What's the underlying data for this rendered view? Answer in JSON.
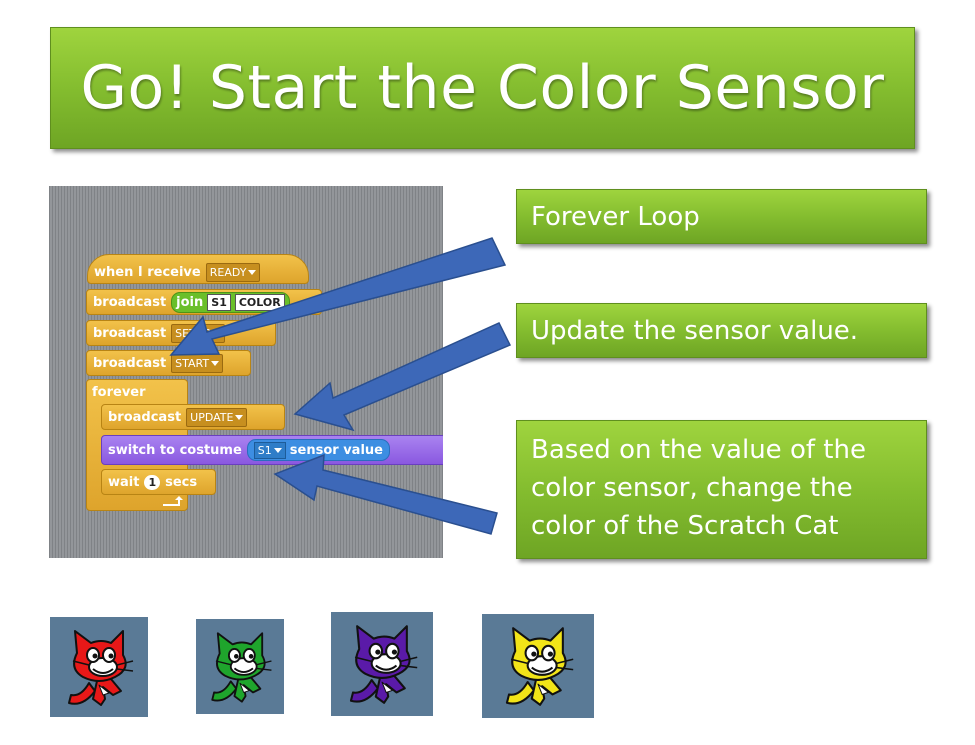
{
  "title": "Go!  Start the Color Sensor",
  "callouts": {
    "forever": "Forever Loop",
    "update": "Update the sensor value.",
    "based": [
      "Based on the value of the",
      "color sensor, change the",
      "color of the Scratch Cat"
    ]
  },
  "script": {
    "hat_label": "when I receive",
    "hat_value": "READY",
    "broadcast_label": "broadcast",
    "join_label": "join",
    "join_a": "S1",
    "join_b": "COLOR",
    "setup_value": "SETUP",
    "start_value": "START",
    "forever_label": "forever",
    "update_value": "UPDATE",
    "switch_label": "switch to costume",
    "sensor_dd": "S1",
    "sensor_label": "sensor value",
    "wait_label": "wait",
    "wait_num": "1",
    "secs_label": "secs"
  },
  "colors": {
    "callout_green": "#84bd2f",
    "arrow_blue": "#3d68b8",
    "control": "#e6ab32",
    "looks": "#8a58e0",
    "tile_bg": "#5a7a96"
  },
  "cats": [
    {
      "name": "red-cat",
      "color": "#e81818"
    },
    {
      "name": "green-cat",
      "color": "#1fa52c"
    },
    {
      "name": "purple-cat",
      "color": "#5a1aa8"
    },
    {
      "name": "yellow-cat",
      "color": "#f2e418"
    }
  ]
}
